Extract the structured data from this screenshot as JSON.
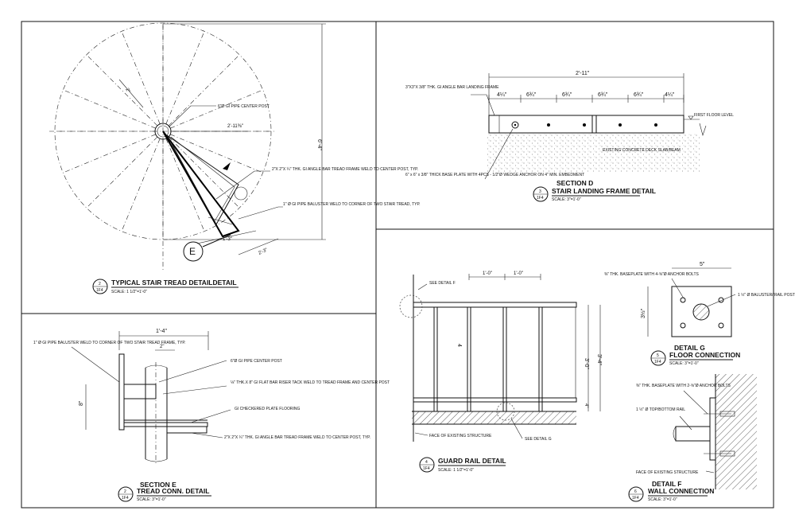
{
  "panels": {
    "stair_tread": {
      "labels": {
        "center_post": "6\"Ø GI PIPE CENTER POST",
        "angle_bar": "2\"X 2\"X ¼\" THK. GI ANGLE BAR TREAD FRAME WELD TO CENTER POST, TYP.",
        "baluster": "1\" Ø GI PIPE BALUSTER WELD TO CORNER OF TWO STAIR TREAD, TYP.",
        "section_ref": "E"
      },
      "dims": {
        "height": "6'-4\"",
        "radius": "2'-11⅜\"",
        "width": "1'-3\"",
        "len": "2'-3\"",
        "small": "2\""
      },
      "title": {
        "number": "2",
        "sheet": "1F4",
        "name": "TYPICAL STAIR TREAD DETAILDETAIL",
        "scale": "SCALE:  1 1/2\"=1'-0\""
      }
    },
    "landing_frame": {
      "labels": {
        "angle": "3\"X3\"X 3/8\" THK. GI ANGLE BAR LANDING FRAME",
        "floor": "FIRST FLOOR LEVEL",
        "slab": "EXISTING CONCRETE DECK SLAB/BEAM",
        "baseplate": "6\" x 6\" x 3/8\" THICK BASE PLATE WITH 4PCS - 1/2\"Ø WEDGE ANCHOR ON 4\" MIN. EMBEDMENT"
      },
      "dims": {
        "overall": "2'-11\"",
        "segments": [
          "4¼\"",
          "6¾\"",
          "6¾\"",
          "6¾\"",
          "6¾\"",
          "4¼\""
        ]
      },
      "title": {
        "number": "3",
        "sheet": "1F4",
        "section": "SECTION D",
        "name": "STAIR LANDING FRAME DETAIL",
        "scale": "SCALE:  3\"=1'-0\""
      }
    },
    "tread_conn": {
      "labels": {
        "baluster": "1\" Ø GI PIPE BALUSTER WELD TO CORNER OF TWO STAIR TREAD FRAME, TYP.",
        "post": "6\"Ø GI PIPE CENTER POST",
        "riser": "⅛\" THK.X 8\" GI FLAT BAR RISER TACK WELD TO TREAD FRAME AND CENTER POST",
        "plate": "GI CHECKERED PLATE FLOORING",
        "angle": "2\"X 2\"X ¼\" THK. GI ANGLE BAR TREAD FRAME WELD TO CENTER POST, TYP."
      },
      "dims": {
        "width": "1'-4\"",
        "small": "2\"",
        "height": "8\""
      },
      "title": {
        "number": "2",
        "sheet": "1F4",
        "section": "SECTION E",
        "name": "TREAD CONN. DETAIL",
        "scale": "SCALE:  3\"=1'-0\""
      }
    },
    "guard_rail": {
      "labels": {
        "detail_f": "SEE DETAIL F",
        "detail_g": "SEE DETAIL G",
        "face": "FACE OF EXISTING STRUCTURE"
      },
      "dims": {
        "a": "1'-0\"",
        "b": "1'-0\"",
        "h1": "3'-0\"",
        "h2": "3'-4\"",
        "b4": "4\""
      },
      "title": {
        "number": "4",
        "sheet": "1F4",
        "name": "GUARD RAIL DETAIL",
        "scale": "SCALE:  1 1/2\"=1'-0\""
      }
    },
    "floor_conn": {
      "labels": {
        "baseplate": "⅜\" THK. BASEPLATE WITH 4-⅝\"Ø ANCHOR BOLTS",
        "baluster": "1 ½\" Ø BALUSTER/ RAIL POST"
      },
      "dims": {
        "w": "5\"",
        "h": "3½\""
      },
      "title": {
        "number": "5",
        "sheet": "1F4",
        "section": "DETAIL G",
        "name": "FLOOR CONNECTION",
        "scale": "SCALE:  3\"=1'-0\""
      }
    },
    "wall_conn": {
      "labels": {
        "baseplate": "⅜\" THK. BASEPLATE WITH 2-⅝\"Ø ANCHOR BOLTS",
        "rail": "1 ½\" Ø TOP/BOTTOM RAIL",
        "face": "FACE OF EXISTING STRUCTURE"
      },
      "title": {
        "number": "6",
        "sheet": "1F4",
        "section": "DETAIL F",
        "name": "WALL CONNECTION",
        "scale": "SCALE:  3\"=1'-0\""
      }
    }
  }
}
